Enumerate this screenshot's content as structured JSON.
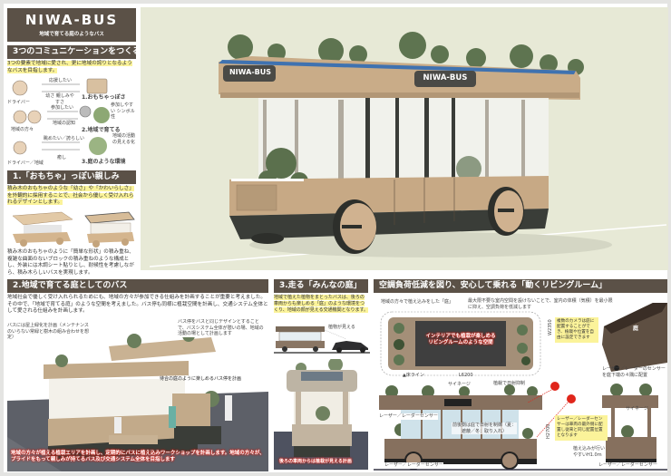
{
  "title": {
    "main": "NIWA-BUS",
    "subtitle": "地域で育てる庭のようなバス"
  },
  "intro": {
    "header": "3つのコミュニケーションをつくる",
    "text": "3つの要素で地域に愛され、更に地域の誇りとなるようなバスを目指します。",
    "diagram": {
      "actors": [
        "ドライバー",
        "地域の方々",
        "ドライバー／地域"
      ],
      "arrows": [
        "応援したい",
        "幼さ 親しみやすさ",
        "参加したい",
        "地域の認知",
        "眺めたい／誇らしい",
        "癒し"
      ],
      "side_notes": [
        "参加しやすい シンボル性",
        "地域の活動の見える化"
      ],
      "elements": [
        "1.おもちゃっぽさ",
        "2.地域で育てる",
        "3.庭のような環境"
      ]
    }
  },
  "section1": {
    "header": "1.「おもちゃ」っぽい親しみ",
    "text1": "積み木のおもちゃのような「幼さ」や「かわいらしさ」を外観的に採用することで、社会から優しく受け入れられるデザインとします。",
    "text2": "積み木のおもちゃのように「簡単な形状」の積み重ね、複雑な曲面のないブロックの積み重ねのような構成とし、外装には木調シート貼りとし、耐候性を考慮しながら、積み木らしいバスを実現します。"
  },
  "hero": {
    "sign_left": "NIWA-BUS",
    "sign_right": "NIWA-BUS"
  },
  "section2": {
    "header": "2.地域で育てる庭としてのバス",
    "text": "地域社会で優しく受け入れられるためにも、地域の方々が参加できる仕組みを計画することが重要と考えました。その中で、「地域で育てる庭」のような空間を考えました。バス停も同様に植栽空間を計画し、交通システム全体として愛される仕組みを計画します。",
    "note_roof": "バスには屋上緑化を計画（メンテナンスのいらない常緑と樹木の組み合わせを想定）",
    "note_stop": "バス停をバスと同じデザインとすることで、バスシステム全体が憩いの場、地域の活動の場として計画します",
    "note_wait": "待合の庭のように楽しめるバス停を計画",
    "caption": "地域の方々が植える植栽エリアを計画し、定期的にバスに植え込みワークショップを計画します。地域の方々が、プライドをもって親しみが持てるバス及び交通システム全体を目指します"
  },
  "section3": {
    "header": "3.走る「みんなの庭」",
    "text": "地域で植えた植物をまとったバスは、後ろの車両からも楽しめる「庭」のような環境をつくり、地域の顔が見える交通機関となります。",
    "label_plants": "植物が見える",
    "caption": "後ろの車両からは植栽が見える計画"
  },
  "section4": {
    "header": "空調負荷低減を図り、安心して乗れる「動くリビングルーム」",
    "note_garden": "地域の方々で植え込みをした「庭」",
    "note_ac": "最大限不要な室内空間を設けないことで、室内の体積（気積）を最小限に抑え、空調負荷を低減します",
    "plan_caption": "インテリアでも植栽が楽しめるリビングルームのような空間",
    "dim_w": "W2350",
    "dim_l": "L6200",
    "floor_line": "▲床ライン",
    "camera_note": "複数のカメラは庭に配置することができ、植栽や位置を自由に設定できます",
    "niwa_label": "庭",
    "lidar_top": "レーザー／レーダーのセンサーを庭下端の４隅に配置",
    "signage": "サイネージ",
    "sun_block": "植栽で日射抑制",
    "lidar_side_upper": "レーザー／レーダーセンサー",
    "lidar_side_lower": "レーザー／レーダーセンサー",
    "solar_note": "前後側は庇で日射を制御（夏：遮蔽／冬：取り入れ）",
    "dim_h": "H2700",
    "sensor_note": "レーザー／レーダーセンサーは車両の最外側に配置し従来と同じ配置位置となります",
    "plant_height": "植え込みが行いやすいH1.0m",
    "signage_rear": "サイネージ",
    "lidar_rear": "レーザー／レーダーセンサー"
  },
  "colors": {
    "header": "#5b5147",
    "wood": "#c9ac88",
    "dark": "#3a3d38",
    "highlight": "#fbf39a",
    "accent_red": "#e0261b",
    "hero_bg": "#e7e9d6"
  }
}
